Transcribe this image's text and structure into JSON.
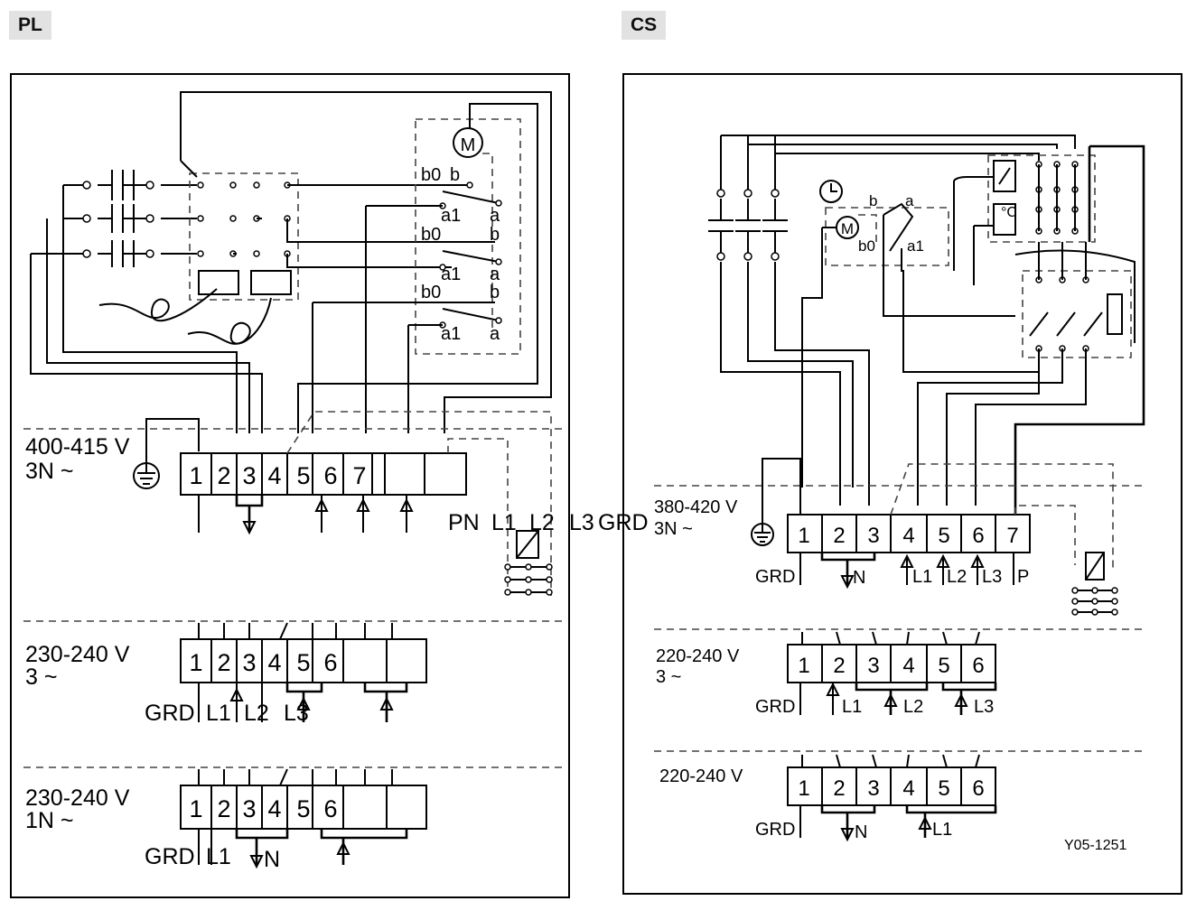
{
  "panels": {
    "pl": {
      "tag": "PL",
      "voltage_1": "400-415 V",
      "phase_1": "3N ~",
      "voltage_2": "230-240 V",
      "phase_2": "3 ~",
      "voltage_3": "230-240 V",
      "phase_3": "1N ~",
      "terminals_1": [
        "1",
        "2",
        "3",
        "4",
        "5",
        "6",
        "7"
      ],
      "terminals_2": [
        "1",
        "2",
        "3",
        "4",
        "5",
        "6"
      ],
      "terminals_3": [
        "1",
        "2",
        "3",
        "4",
        "5",
        "6"
      ],
      "labels_1": [
        "PN",
        "L1",
        "L2",
        "L3",
        "GRD"
      ],
      "labels_2": [
        "GRD",
        "L1",
        "L2",
        "L3"
      ],
      "labels_3": [
        "GRD",
        "L1",
        "N"
      ],
      "motor_label": "M",
      "switch_labels": [
        "b0",
        "b",
        "a1",
        "a"
      ]
    },
    "cs": {
      "tag": "CS",
      "voltage_1": "380-420 V",
      "phase_1": "3N ~",
      "voltage_2": "220-240 V",
      "phase_2": "3 ~",
      "voltage_3": "220-240 V",
      "terminals_1": [
        "1",
        "2",
        "3",
        "4",
        "5",
        "6",
        "7"
      ],
      "terminals_2": [
        "1",
        "2",
        "3",
        "4",
        "5",
        "6"
      ],
      "terminals_3": [
        "1",
        "2",
        "3",
        "4",
        "5",
        "6"
      ],
      "labels_1": [
        "GRD",
        "N",
        "L1",
        "L2",
        "L3",
        "P"
      ],
      "labels_2": [
        "GRD",
        "L1",
        "L2",
        "L3"
      ],
      "labels_3": [
        "GRD",
        "N",
        "L1"
      ],
      "motor_label": "M",
      "switch_labels": [
        "b",
        "a",
        "b0",
        "a1"
      ],
      "thermostat_label": "°C",
      "reference": "Y05-1251"
    }
  }
}
